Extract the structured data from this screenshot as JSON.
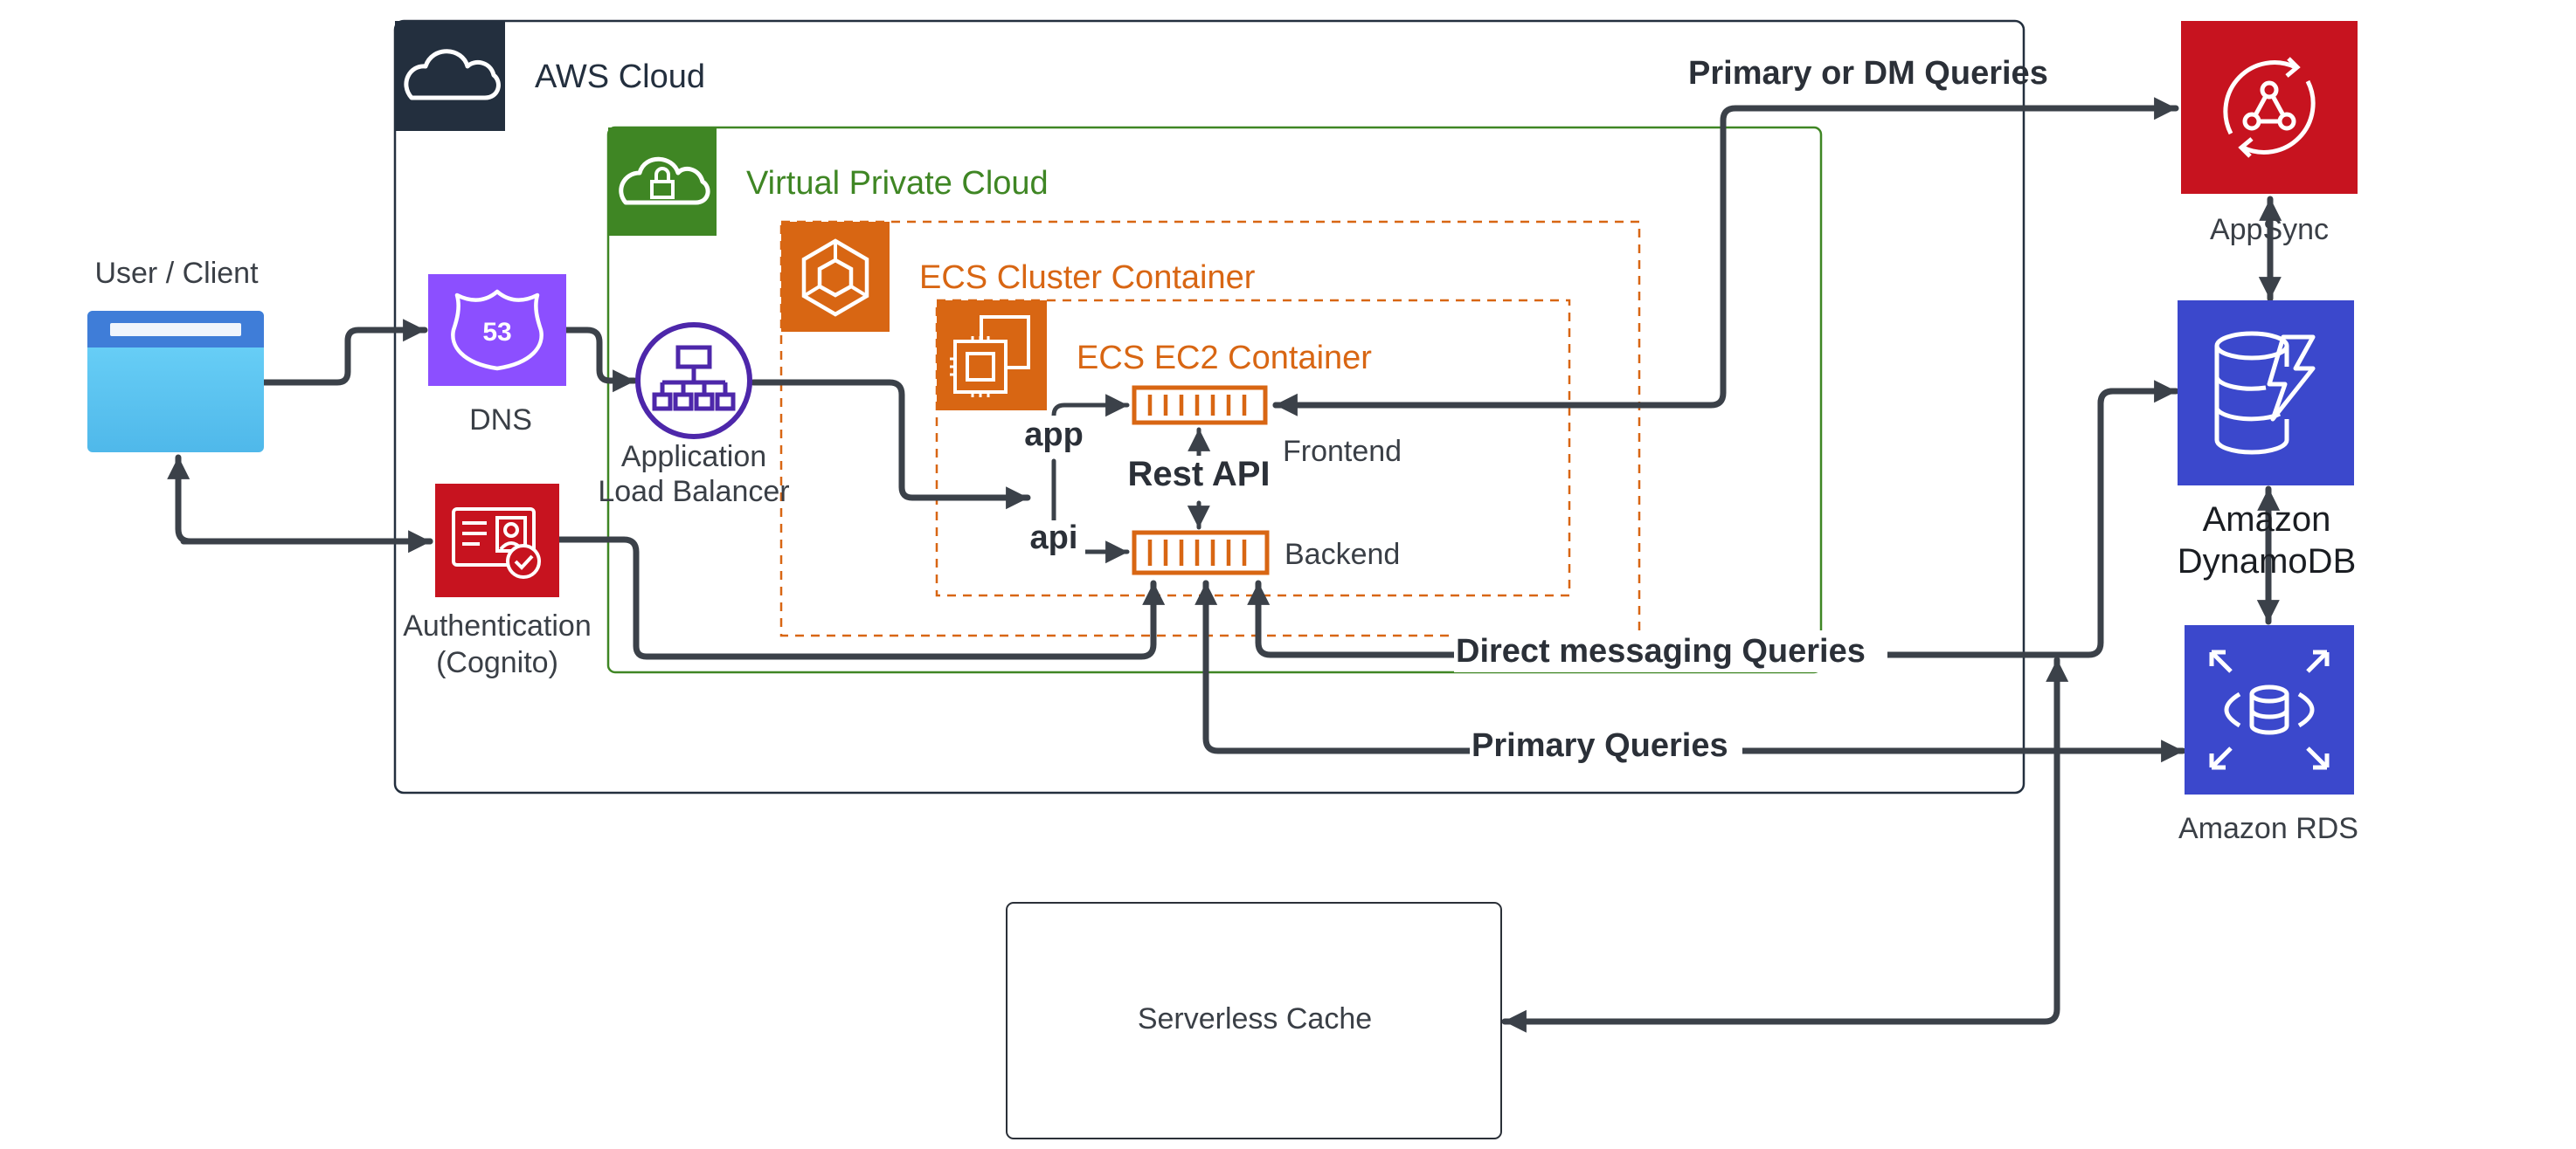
{
  "groups": {
    "aws_cloud": "AWS Cloud",
    "vpc": "Virtual Private Cloud",
    "ecs_cluster": "ECS Cluster Container",
    "ecs_ec2": "ECS EC2 Container"
  },
  "nodes": {
    "client": "User / Client",
    "dns": "DNS",
    "dns_badge": "53",
    "alb_line1": "Application",
    "alb_line2": "Load Balancer",
    "auth_line1": "Authentication",
    "auth_line2": "(Cognito)",
    "frontend": "Frontend",
    "backend": "Backend",
    "app": "app",
    "api": "api",
    "rest_api": "Rest API",
    "appsync": "AppSync",
    "dynamodb_line1": "Amazon",
    "dynamodb_line2": "DynamoDB",
    "rds": "Amazon RDS",
    "cache": "Serverless Cache"
  },
  "edges": {
    "primary_dm": "Primary or DM Queries",
    "direct_messaging": "Direct messaging Queries",
    "primary": "Primary Queries"
  },
  "colors": {
    "aws_dark": "#232f3e",
    "vpc_green": "#3f8624",
    "ecs_orange": "#d86613",
    "dns_purple": "#8c4fff",
    "alb_purple": "#4d27aa",
    "cognito_red": "#c7131f",
    "appsync_red": "#c7131f",
    "db_blue": "#3b48cc",
    "client_blue": "#5ac8f5",
    "line": "#3b4149",
    "text": "#3a3f46"
  },
  "icons": {
    "aws": "cloud-icon",
    "vpc": "lock-cloud-icon",
    "ecs": "ecs-icon",
    "ec2": "chip-icon",
    "dns": "route53-shield-icon",
    "alb": "load-balancer-icon",
    "cognito": "id-card-check-icon",
    "appsync": "appsync-icon",
    "dynamodb": "dynamodb-icon",
    "rds": "rds-icon"
  }
}
